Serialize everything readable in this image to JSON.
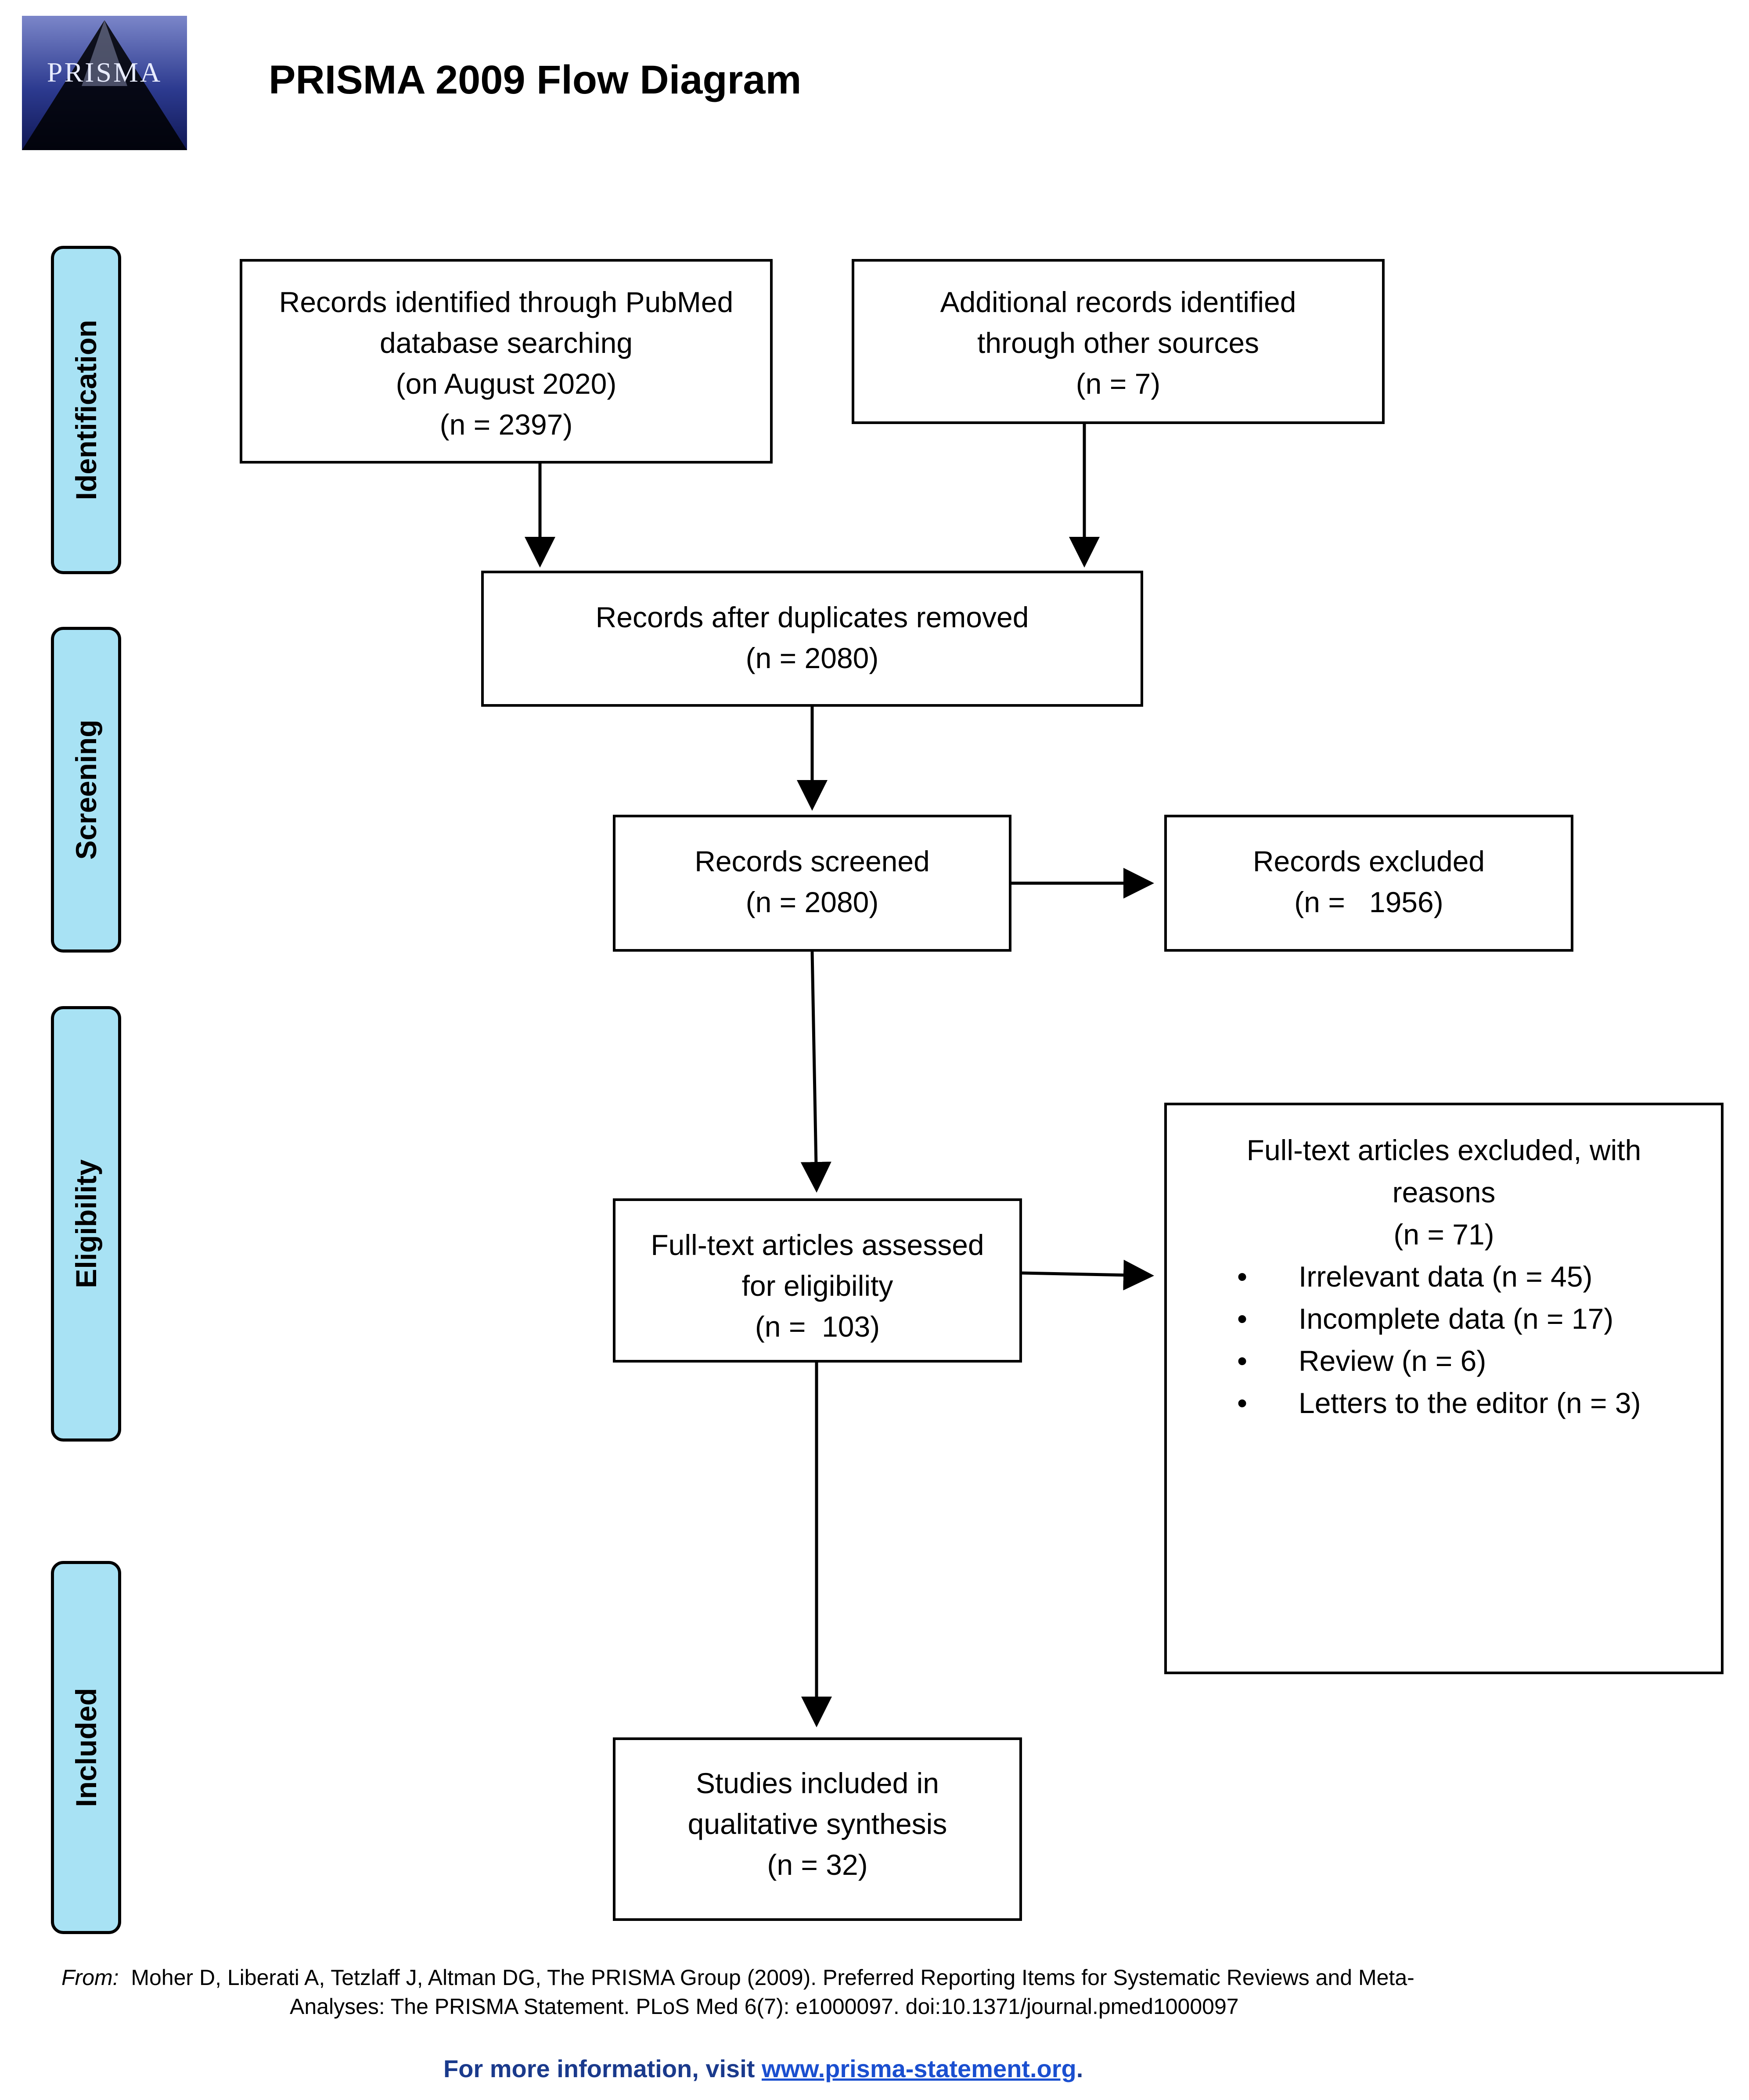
{
  "header": {
    "logo_text": "PRISMA",
    "title": "PRISMA 2009 Flow Diagram"
  },
  "stages": {
    "identification": "Identification",
    "screening": "Screening",
    "eligibility": "Eligibility",
    "included": "Included"
  },
  "boxes": {
    "pubmed": {
      "l1": "Records identified through PubMed",
      "l2": "database searching",
      "l3": "(on August 2020)",
      "n": "(n = 2397)"
    },
    "other_sources": {
      "l1": "Additional records identified",
      "l2": "through other sources",
      "n": "(n =  7)"
    },
    "after_duplicates": {
      "l1": "Records after duplicates removed",
      "n": "(n = 2080)"
    },
    "screened": {
      "l1": "Records screened",
      "n": "(n = 2080)"
    },
    "excluded": {
      "l1": "Records excluded",
      "n": "(n =   1956)"
    },
    "full_text_assessed": {
      "l1": "Full-text articles assessed",
      "l2": "for eligibility",
      "n": "(n =  103)"
    },
    "full_text_excluded": {
      "l1": "Full-text articles excluded, with",
      "l2": "reasons",
      "n": "(n = 71)",
      "reasons": [
        "Irrelevant data (n = 45)",
        "Incomplete data (n = 17)",
        "Review (n = 6)",
        "Letters to the editor (n = 3)"
      ]
    },
    "included": {
      "l1": "Studies included in",
      "l2": "qualitative synthesis",
      "n": "(n = 32)"
    }
  },
  "footer": {
    "citation_from": "From:",
    "citation_line1": "Moher D, Liberati A, Tetzlaff J, Altman DG, The PRISMA Group (2009). Preferred Reporting Items for Systematic Reviews and Meta-",
    "citation_line2": "Analyses: The PRISMA Statement. PLoS Med 6(7): e1000097. doi:10.1371/journal.pmed1000097",
    "more_info_prefix": "For more information, visit ",
    "more_info_link": "www.prisma-statement.org",
    "more_info_suffix": "."
  }
}
